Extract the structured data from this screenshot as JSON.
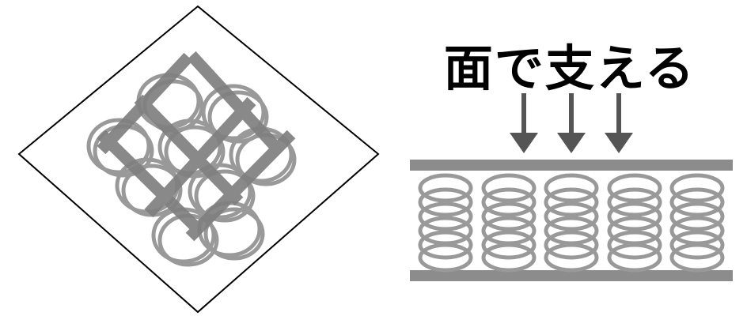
{
  "title": "面で支える",
  "colors": {
    "background": "#ffffff",
    "outline": "#000000",
    "coil": "#999999",
    "band": "#808080",
    "plate": "#8c8c8c",
    "arrow": "#555555",
    "text": "#000000"
  },
  "left_panel": {
    "coil_count": 9,
    "band_count": 6
  },
  "right_panel": {
    "spring_columns": 5,
    "arrow_count": 3
  }
}
